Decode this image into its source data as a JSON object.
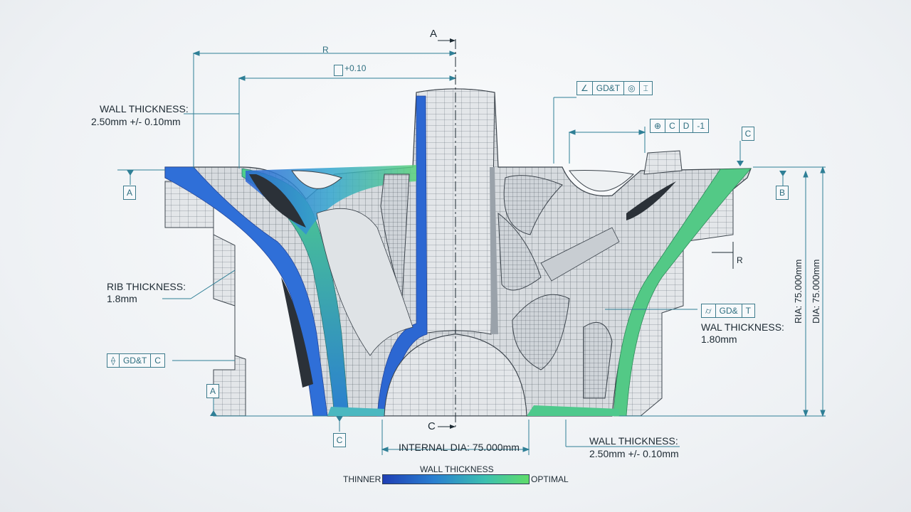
{
  "colors": {
    "dimension_line": "#2f7f96",
    "thin": "#1f3fb5",
    "mid": "#38b0c8",
    "optimal": "#5fdc6a",
    "mesh": "#5d6670",
    "surface": "#d9dde1"
  },
  "callouts": {
    "wall_top_left": {
      "title": "WALL THICKNESS:",
      "value": "2.50mm +/- 0.10mm"
    },
    "rib": {
      "title": "RIB THICKNESS:",
      "value": "1.8mm"
    },
    "wal_right": {
      "title": "WAL THICKNESS:",
      "value": "1.80mm"
    },
    "wall_bottom_right": {
      "title": "WALL THICKNESS:",
      "value": "2.50mm +/- 0.10mm"
    },
    "internal_dia": "INTERNAL DIA: 75.000mm",
    "ria": "RIA: 75.000mm",
    "dia": "DIA: 75.000mm"
  },
  "dimensions": {
    "top_r": "R",
    "tolerance": "+0.10",
    "section_a": "A",
    "section_c": "C",
    "small_r": "R"
  },
  "datums": {
    "a_left": "A",
    "a_bottom": "A",
    "b_right": "B",
    "c_top": "C",
    "c_bottom": "C"
  },
  "fcf": {
    "top": [
      "GD&T"
    ],
    "mid": [
      "C",
      "D",
      "-1"
    ],
    "right": [
      "GD&",
      "T"
    ],
    "left": [
      "GD&T",
      "C"
    ]
  },
  "legend": {
    "title": "WALL THICKNESS",
    "left": "THINNER",
    "right": "OPTIMAL"
  }
}
